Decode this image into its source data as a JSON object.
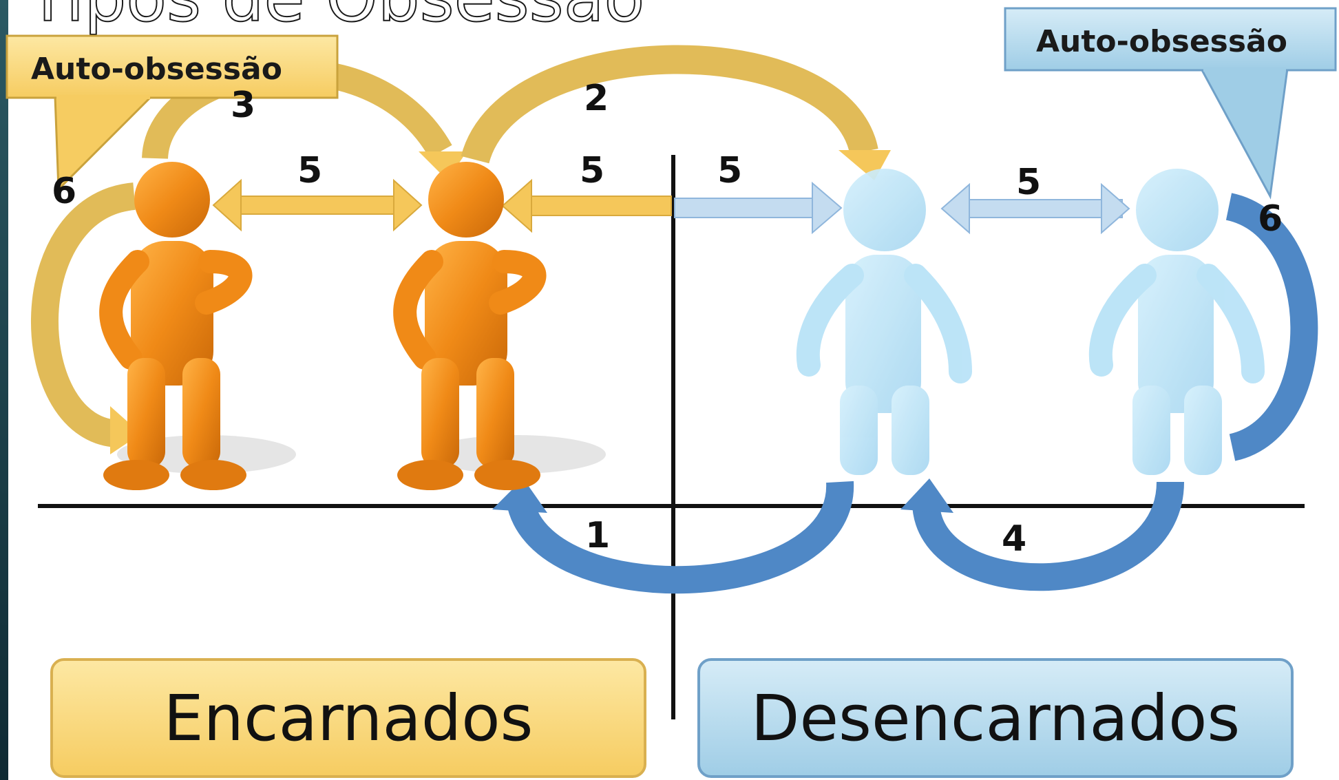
{
  "title": "Tipos de Obsessão",
  "callouts": {
    "left": "Auto-obsessão",
    "right": "Auto-obsessão"
  },
  "numbers": {
    "arrow_1": "1",
    "arrow_2": "2",
    "arrow_3": "3",
    "arrow_4": "4",
    "arrow_5a": "5",
    "arrow_5b": "5",
    "arrow_5c": "5",
    "arrow_5d": "5",
    "arrow_6_left": "6",
    "arrow_6_right": "6"
  },
  "groups": {
    "left_label": "Encarnados",
    "right_label": "Desencarnados"
  },
  "colors": {
    "left_fill": "#f5c75a",
    "right_fill": "#a9cbe9",
    "figure_orange": "#f08a17",
    "figure_blue": "#b7e2f7",
    "arrow_blue": "#4f88c6",
    "sidebar": "#1a3c46"
  }
}
